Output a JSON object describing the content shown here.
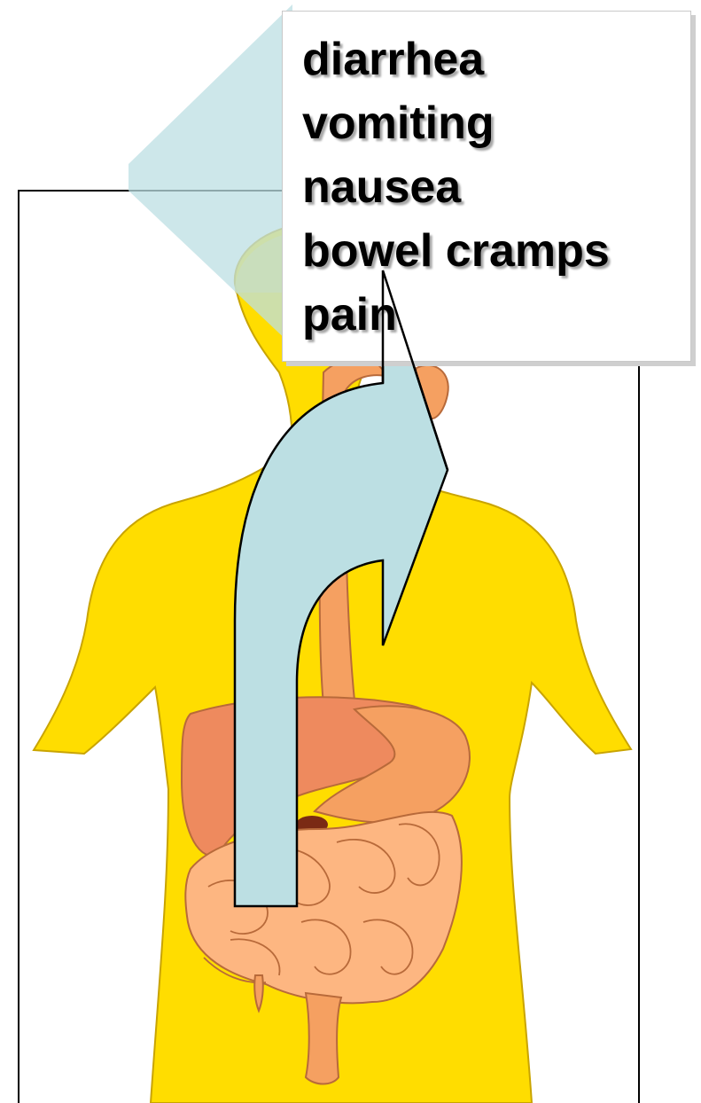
{
  "symptoms": [
    "diarrhea",
    "vomiting",
    "nausea",
    "bowel cramps",
    "pain"
  ],
  "colors": {
    "body_fill": "#FFDD00",
    "body_outline": "#C9A400",
    "arrow_fill": "#BCDFE3",
    "callout_fill": "#BCDFE3",
    "liver": "#EE8A5E",
    "stomach": "#F5A061",
    "intestine": "#FDB681",
    "esophagus": "#F5A061",
    "organ_line": "#B86A3A",
    "frame": "#000000"
  },
  "icons": {
    "figure": "human-torso-digestive-system-icon",
    "arrow": "curved-up-right-arrow-icon"
  }
}
